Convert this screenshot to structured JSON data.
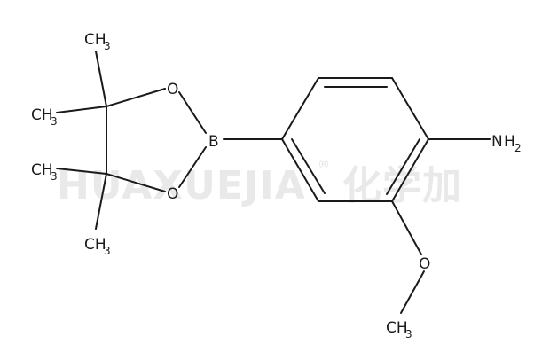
{
  "watermark": {
    "text": "HUAXUEJIA",
    "registered": "®",
    "cjk": "化学加"
  },
  "atoms": {
    "o_top": "O",
    "o_bottom": "O",
    "boron": "B",
    "amine_n": "N",
    "amine_h": "H",
    "amine_sub": "2",
    "methoxy_o": "O",
    "ch3_label": "CH",
    "ch3_sub": "3"
  }
}
